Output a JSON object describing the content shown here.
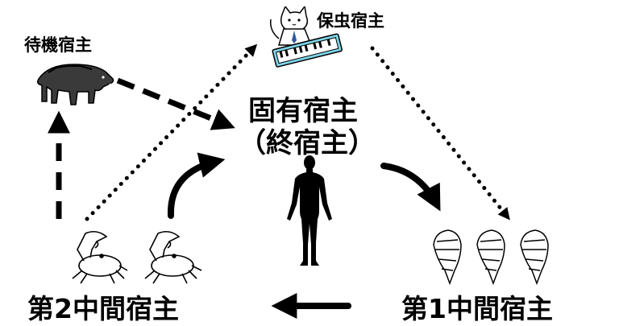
{
  "labels": {
    "reservoir_host": "待機宿主",
    "carrier_host": "保虫宿主",
    "definitive_host_line1": "固有宿主",
    "definitive_host_line2": "（終宿主）",
    "second_intermediate_host": "第2中間宿主",
    "first_intermediate_host": "第1中間宿主"
  },
  "illustrations": {
    "reservoir_host": "wild-boar",
    "carrier_host": "cat-playing-keyboard",
    "definitive_host": "human-silhouette",
    "second_intermediate_host": "crabs",
    "first_intermediate_host": "snails"
  },
  "colors": {
    "ink": "#000000",
    "background": "#ffffff",
    "keyboard": "#7fd6e8"
  },
  "arrows": [
    {
      "from": "reservoir_host",
      "to": "definitive_host",
      "style": "dashed"
    },
    {
      "from": "second_intermediate_host",
      "to": "reservoir_host",
      "style": "dashed"
    },
    {
      "from": "second_intermediate_host",
      "to": "carrier_host",
      "style": "dotted"
    },
    {
      "from": "carrier_host",
      "to": "first_intermediate_host",
      "style": "dotted"
    },
    {
      "from": "definitive_host",
      "to": "first_intermediate_host",
      "style": "solid-curved"
    },
    {
      "from": "first_intermediate_host",
      "to": "second_intermediate_host",
      "style": "solid"
    },
    {
      "from": "second_intermediate_host",
      "to": "definitive_host",
      "style": "solid-curved"
    }
  ]
}
